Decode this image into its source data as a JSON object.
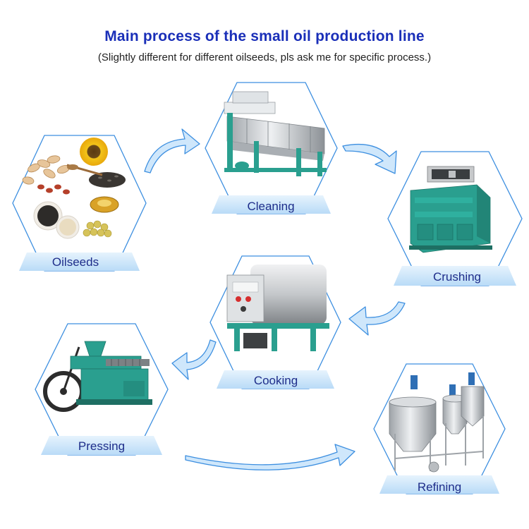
{
  "header": {
    "title": "Main process of the small oil production line",
    "subtitle": "(Slightly different for different oilseeds, pls ask me for specific process.)"
  },
  "steps": [
    {
      "id": "oilseeds",
      "label": "Oilseeds"
    },
    {
      "id": "cleaning",
      "label": "Cleaning"
    },
    {
      "id": "crushing",
      "label": "Crushing"
    },
    {
      "id": "cooking",
      "label": "Cooking"
    },
    {
      "id": "pressing",
      "label": "Pressing"
    },
    {
      "id": "refining",
      "label": "Refining"
    }
  ],
  "colors": {
    "title": "#1a2fb8",
    "hex_border": "#3d8fe0",
    "label_bar": "#d4e9fb",
    "label_text": "#1e2d8a",
    "arrow_fill": "#cfe7fb",
    "arrow_stroke": "#3d8fe0",
    "machine_teal": "#2a9f8f",
    "stainless": "#c9ccd0"
  }
}
